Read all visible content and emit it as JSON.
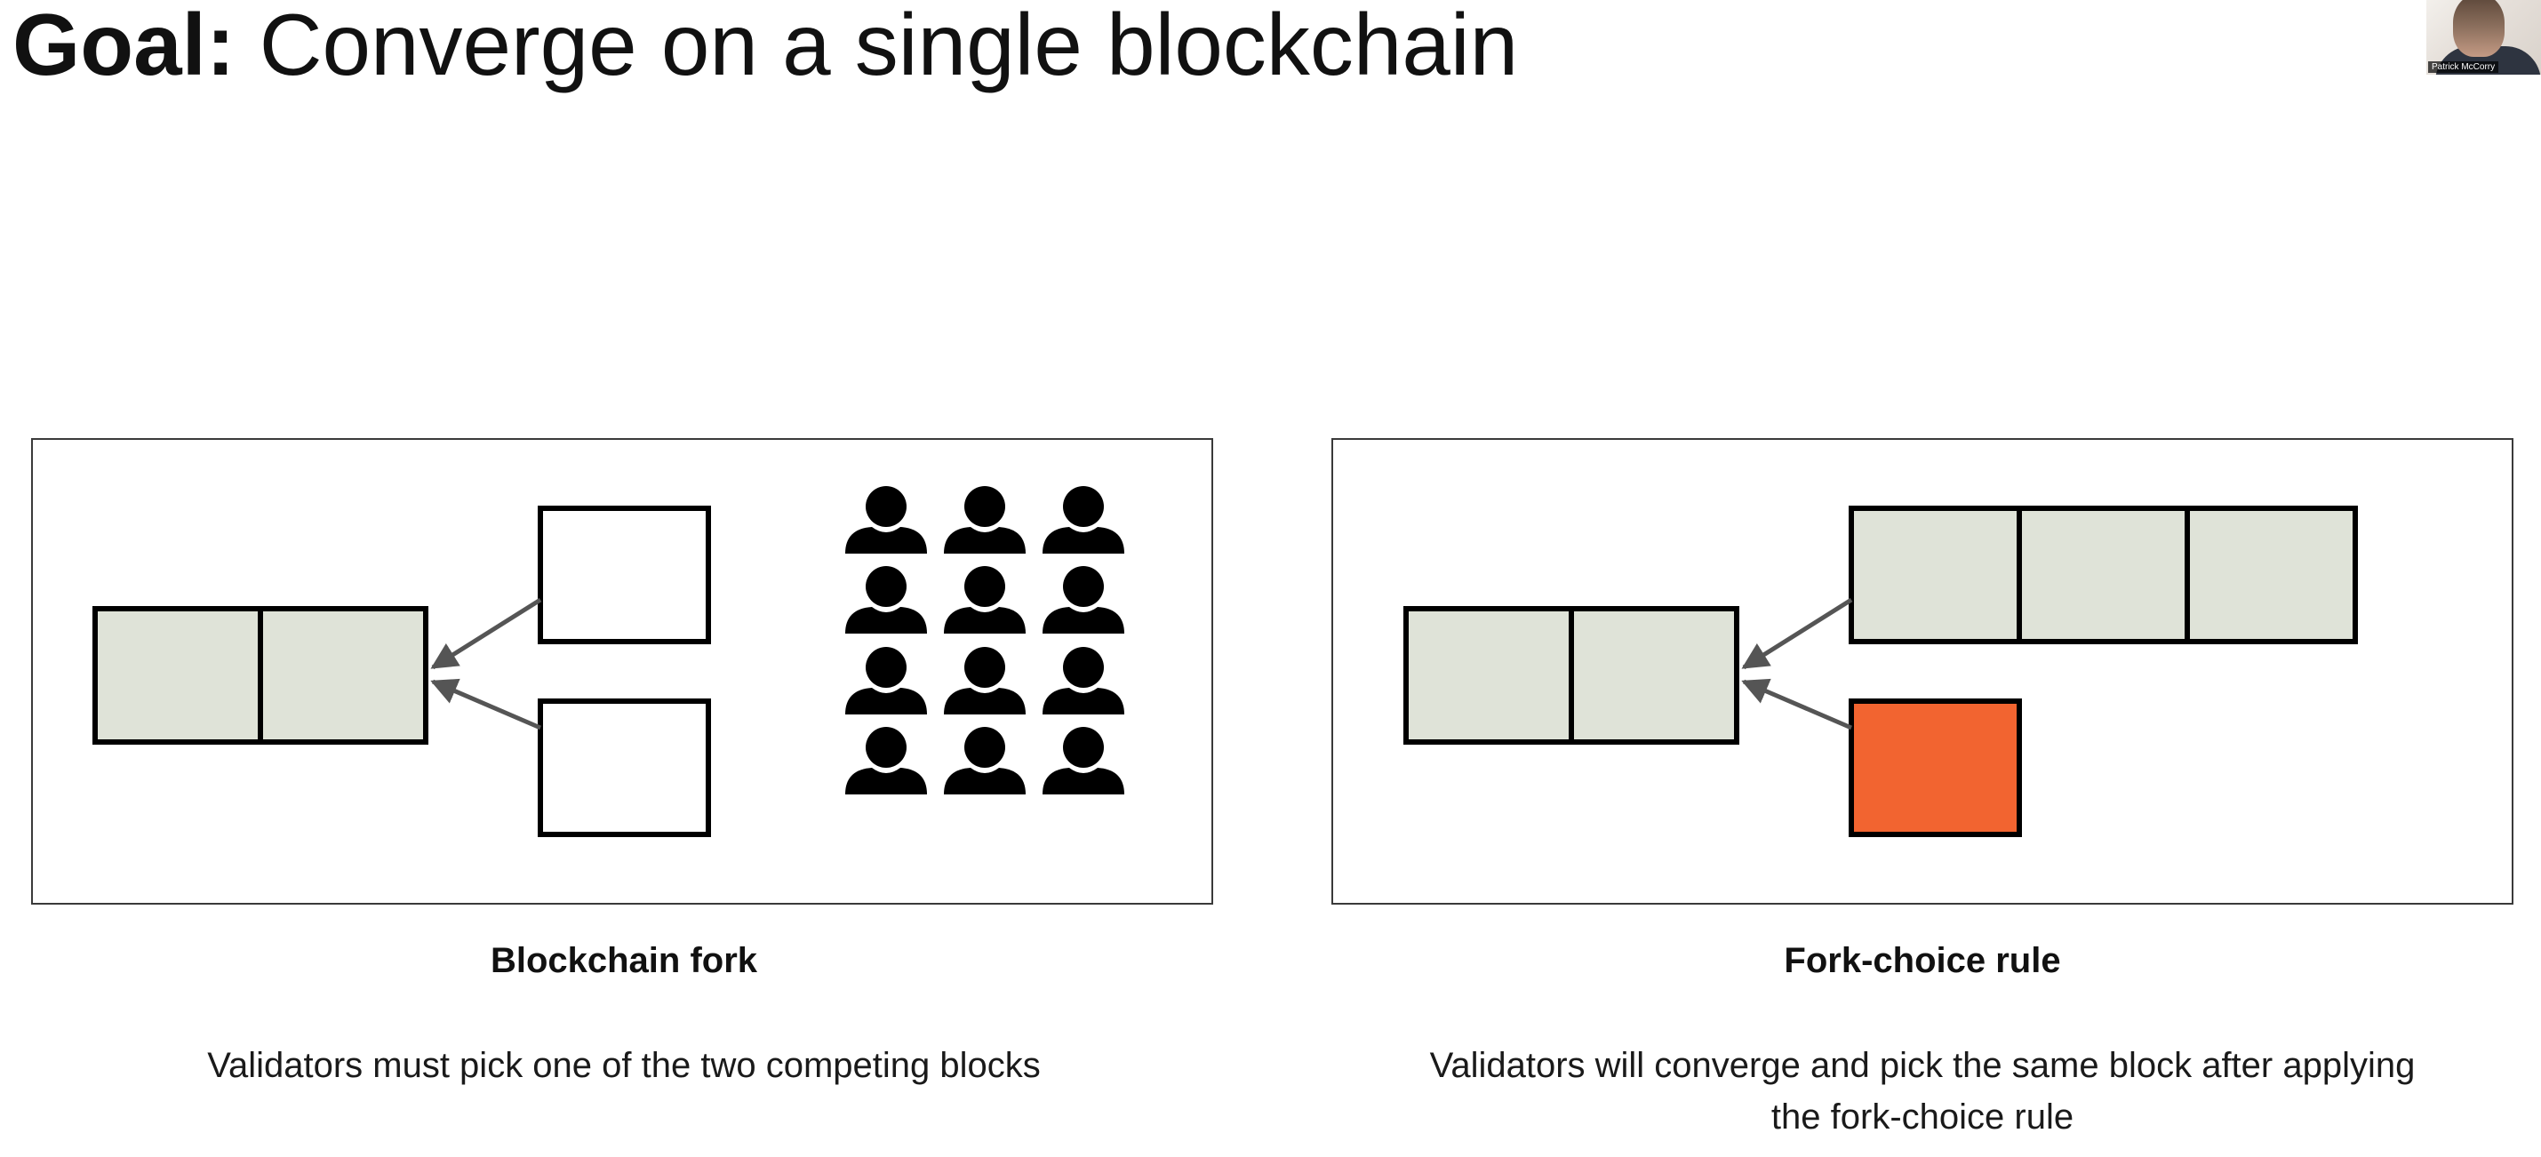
{
  "slide": {
    "title_bold": "Goal:",
    "title_rest": " Converge on a single blockchain"
  },
  "webcam": {
    "name": "Patrick McCorry"
  },
  "colors": {
    "block_fill": "#dfe3d8",
    "selected_block": "#f26430",
    "empty_block": "#ffffff",
    "arrow": "#555555",
    "validator": "#000000"
  },
  "left_panel": {
    "title": "Blockchain fork",
    "description": "Validators must pick one of the two competing blocks",
    "validator_icon": "person-icon",
    "validator_count": 12
  },
  "right_panel": {
    "title": "Fork-choice rule",
    "description_line1": "Validators will converge and pick the same block after applying",
    "description_line2": "the fork-choice rule"
  }
}
